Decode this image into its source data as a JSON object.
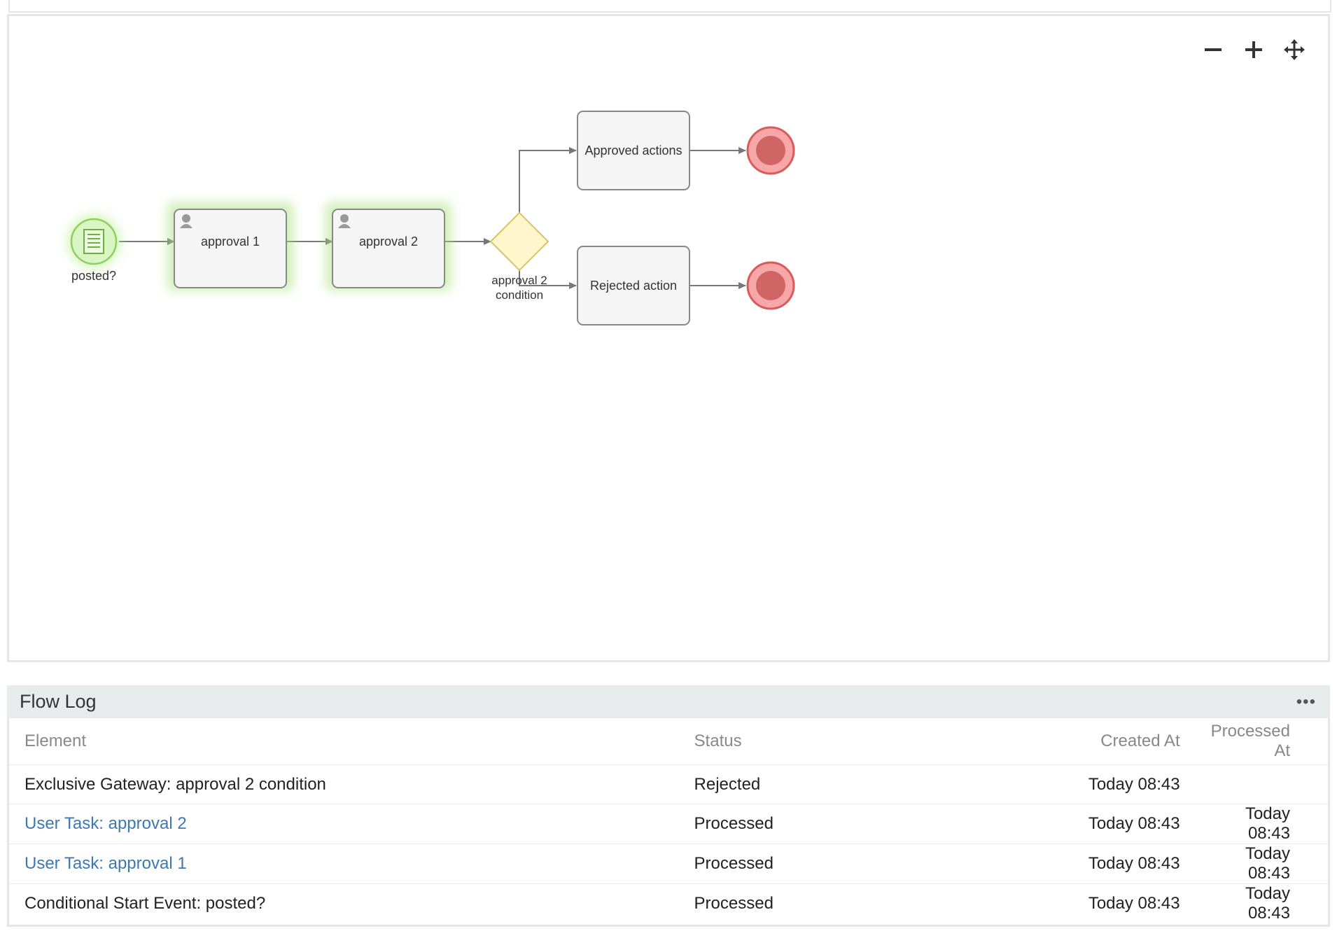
{
  "diagram": {
    "zoom_out_icon": "minus-icon",
    "zoom_in_icon": "plus-icon",
    "pan_icon": "move-icon",
    "nodes": {
      "start": {
        "label": "posted?"
      },
      "task1": {
        "label": "approval 1"
      },
      "task2": {
        "label": "approval 2"
      },
      "gateway": {
        "label_line1": "approval 2",
        "label_line2": "condition"
      },
      "approved": {
        "label": "Approved actions"
      },
      "rejected": {
        "label": "Rejected action"
      }
    },
    "colors": {
      "completed_glow": "#a8e07a",
      "start_fill": "#d9f5c4",
      "start_stroke": "#8fcf5f",
      "task_fill": "#f5f5f5",
      "task_stroke": "#888888",
      "gateway_fill": "#fff7cc",
      "gateway_stroke": "#d8c26a",
      "end_fill": "#f7a7a7",
      "end_stroke": "#d95b5b",
      "end_inner": "#d06565",
      "edge": "#777777"
    }
  },
  "flow_log": {
    "title": "Flow Log",
    "more_icon": "ellipsis-icon",
    "columns": {
      "element": "Element",
      "status": "Status",
      "created": "Created At",
      "processed": "Processed At"
    },
    "rows": [
      {
        "element": "Exclusive Gateway: approval 2 condition",
        "status": "Rejected",
        "created": "Today 08:43",
        "processed": ""
      },
      {
        "element": "User Task: approval 2",
        "status": "Processed",
        "created": "Today 08:43",
        "processed": "Today 08:43"
      },
      {
        "element": "User Task: approval 1",
        "status": "Processed",
        "created": "Today 08:43",
        "processed": "Today 08:43"
      },
      {
        "element": "Conditional Start Event: posted?",
        "status": "Processed",
        "created": "Today 08:43",
        "processed": "Today 08:43"
      }
    ]
  }
}
